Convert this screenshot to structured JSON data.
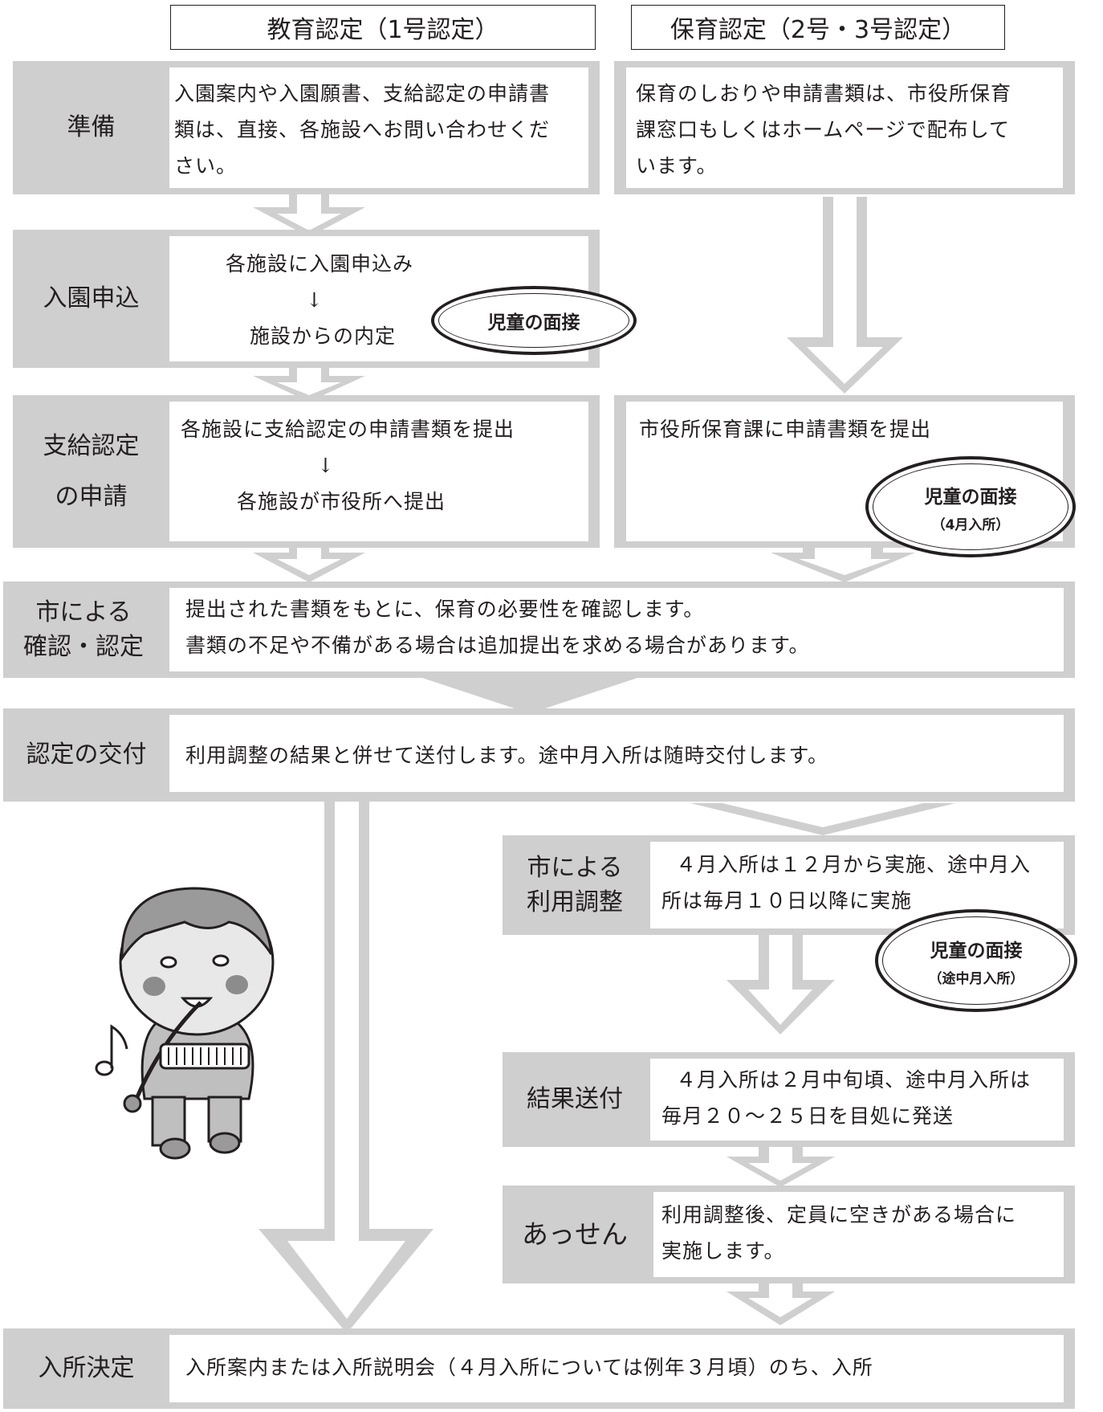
{
  "headers": {
    "left": "教育認定（1号認定）",
    "right": "保育認定（2号・3号認定）"
  },
  "steps": {
    "junbi": {
      "label": "準備",
      "left_text": [
        "入園案内や入園願書、支給認定の申請書",
        "類は、直接、各施設へお問い合わせくだ",
        "さい。"
      ],
      "right_text": [
        "保育のしおりや申請書類は、市役所保育",
        "課窓口もしくはホームページで配布して",
        "います。"
      ]
    },
    "nyuen": {
      "label": "入園申込",
      "text": [
        "各施設に入園申込み",
        "↓",
        "施設からの内定"
      ]
    },
    "shikyu": {
      "label_lines": [
        "支給認定",
        "の申請"
      ],
      "left_text": [
        "各施設に支給認定の申請書類を提出",
        "↓",
        "各施設が市役所へ提出"
      ],
      "right_text": "市役所保育課に申請書類を提出"
    },
    "kakunin": {
      "label_lines": [
        "市による",
        "確認・認定"
      ],
      "text": [
        "提出された書類をもとに、保育の必要性を確認します。",
        "書類の不足や不備がある場合は追加提出を求める場合があります。"
      ]
    },
    "kofu": {
      "label": "認定の交付",
      "text": "利用調整の結果と併せて送付します。途中月入所は随時交付します。"
    },
    "chosei": {
      "label_lines": [
        "市による",
        "利用調整"
      ],
      "text": [
        "４月入所は１２月から実施、途中月入",
        "所は毎月１０日以降に実施"
      ]
    },
    "kekka": {
      "label": "結果送付",
      "text": [
        "４月入所は２月中旬頃、途中月入所は",
        "毎月２０～２５日を目処に発送"
      ]
    },
    "assen": {
      "label": "あっせん",
      "text": [
        "利用調整後、定員に空きがある場合に",
        "実施します。"
      ]
    },
    "kettei": {
      "label": "入所決定",
      "text": "入所案内または入所説明会（４月入所については例年３月頃）のち、入所"
    }
  },
  "badges": {
    "b1": {
      "main": "児童の面接",
      "sub": ""
    },
    "b2": {
      "main": "児童の面接",
      "sub": "（4月入所）"
    },
    "b3": {
      "main": "児童の面接",
      "sub": "（途中月入所）"
    }
  },
  "colors": {
    "gray": "#cfcfcf",
    "ink": "#231f20",
    "white": "#ffffff"
  }
}
